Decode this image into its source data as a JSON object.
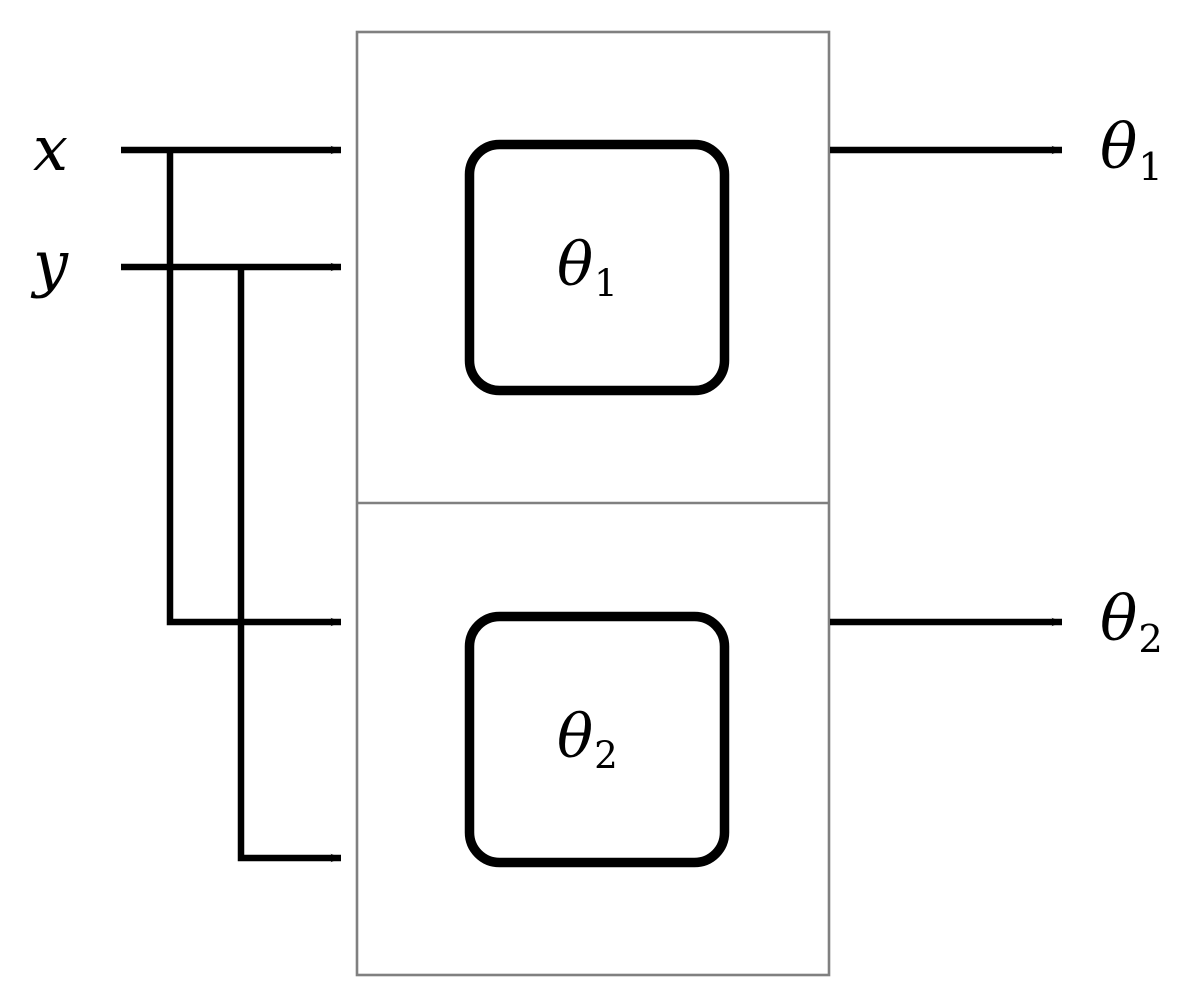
{
  "diagram": {
    "type": "block-diagram",
    "title": "",
    "background_color": "#ffffff",
    "stroke_color": "#000000",
    "container_border_color": "#808080",
    "inputs": [
      {
        "id": "input-x",
        "label": "x",
        "label_sub": ""
      },
      {
        "id": "input-y",
        "label": "y",
        "label_sub": ""
      }
    ],
    "blocks": [
      {
        "id": "block-theta-1",
        "label": "θ",
        "label_sub": "1",
        "inputs": [
          "x",
          "y"
        ],
        "output": "θ₁"
      },
      {
        "id": "block-theta-2",
        "label": "θ",
        "label_sub": "2",
        "inputs": [
          "x",
          "y"
        ],
        "output": "θ₂"
      }
    ],
    "outputs": [
      {
        "id": "output-theta-1",
        "label": "θ",
        "label_sub": "1"
      },
      {
        "id": "output-theta-2",
        "label": "θ",
        "label_sub": "2"
      }
    ],
    "connections": [
      {
        "from": "x",
        "to": "block-theta-1"
      },
      {
        "from": "y",
        "to": "block-theta-1"
      },
      {
        "from": "x",
        "to": "block-theta-2"
      },
      {
        "from": "y",
        "to": "block-theta-2"
      },
      {
        "from": "block-theta-1",
        "to": "output-theta-1"
      },
      {
        "from": "block-theta-2",
        "to": "output-theta-2"
      }
    ]
  }
}
